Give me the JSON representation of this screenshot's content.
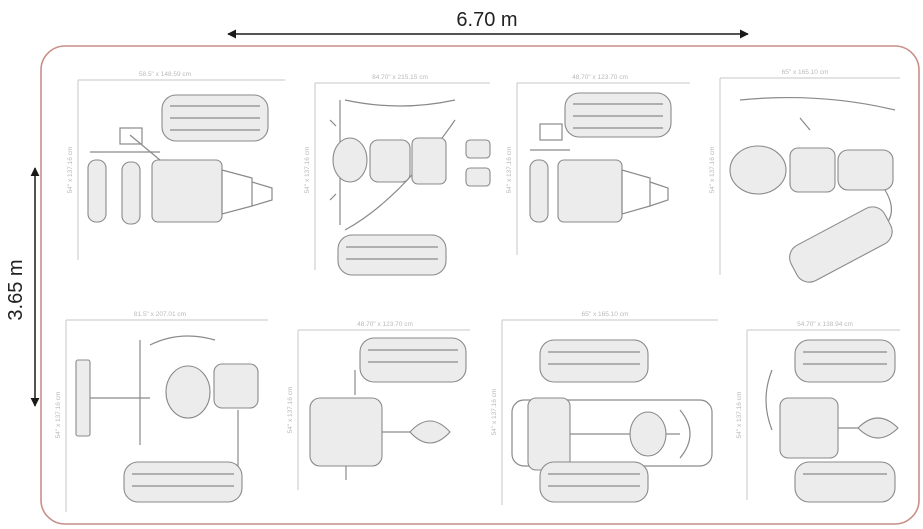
{
  "overall": {
    "width_label": "6.70 m",
    "depth_label": "3.65 m",
    "border_color": "#c98f8a",
    "arrow_color": "#1a1a1a"
  },
  "machines": [
    {
      "top_dim": "58.5\" x 148.59 cm",
      "side_dim": "54\" x 137.16 cm"
    },
    {
      "top_dim": "84.70\" x 215.15 cm",
      "side_dim": "54\" x 137.16 cm"
    },
    {
      "top_dim": "48.70\" x 123.70 cm",
      "side_dim": "54\" x 137.16 cm"
    },
    {
      "top_dim": "65\" x 165.10 cm",
      "side_dim": "54\" x 137.16 cm"
    },
    {
      "top_dim": "81.5\" x 207.01 cm",
      "side_dim": "54\" x 137.16 cm"
    },
    {
      "top_dim": "48.70\" x 123.70 cm",
      "side_dim": "54\" x 137.16 cm"
    },
    {
      "top_dim": "65\" x 165.10 cm",
      "side_dim": "54\" x 137.16 cm"
    },
    {
      "top_dim": "54.70\" x 138.94 cm",
      "side_dim": "54\" x 137.16 cm"
    }
  ]
}
